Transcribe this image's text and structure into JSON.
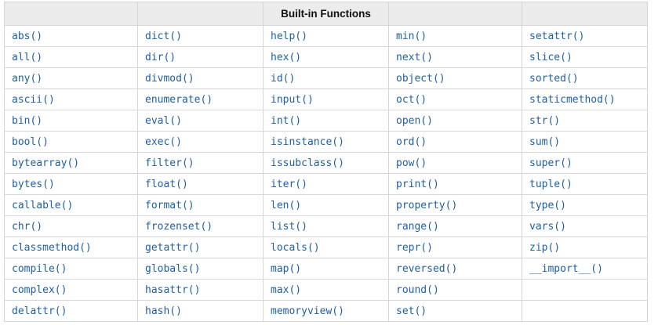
{
  "colors": {
    "link": "#2060a5",
    "header_bg": "#ececec",
    "header_text": "#111111",
    "border": "#d6d6d6"
  },
  "table": {
    "header": [
      "",
      "",
      "Built-in Functions",
      "",
      ""
    ],
    "rows": [
      [
        "abs()",
        "dict()",
        "help()",
        "min()",
        "setattr()"
      ],
      [
        "all()",
        "dir()",
        "hex()",
        "next()",
        "slice()"
      ],
      [
        "any()",
        "divmod()",
        "id()",
        "object()",
        "sorted()"
      ],
      [
        "ascii()",
        "enumerate()",
        "input()",
        "oct()",
        "staticmethod()"
      ],
      [
        "bin()",
        "eval()",
        "int()",
        "open()",
        "str()"
      ],
      [
        "bool()",
        "exec()",
        "isinstance()",
        "ord()",
        "sum()"
      ],
      [
        "bytearray()",
        "filter()",
        "issubclass()",
        "pow()",
        "super()"
      ],
      [
        "bytes()",
        "float()",
        "iter()",
        "print()",
        "tuple()"
      ],
      [
        "callable()",
        "format()",
        "len()",
        "property()",
        "type()"
      ],
      [
        "chr()",
        "frozenset()",
        "list()",
        "range()",
        "vars()"
      ],
      [
        "classmethod()",
        "getattr()",
        "locals()",
        "repr()",
        "zip()"
      ],
      [
        "compile()",
        "globals()",
        "map()",
        "reversed()",
        "__import__()"
      ],
      [
        "complex()",
        "hasattr()",
        "max()",
        "round()",
        ""
      ],
      [
        "delattr()",
        "hash()",
        "memoryview()",
        "set()",
        ""
      ]
    ]
  }
}
